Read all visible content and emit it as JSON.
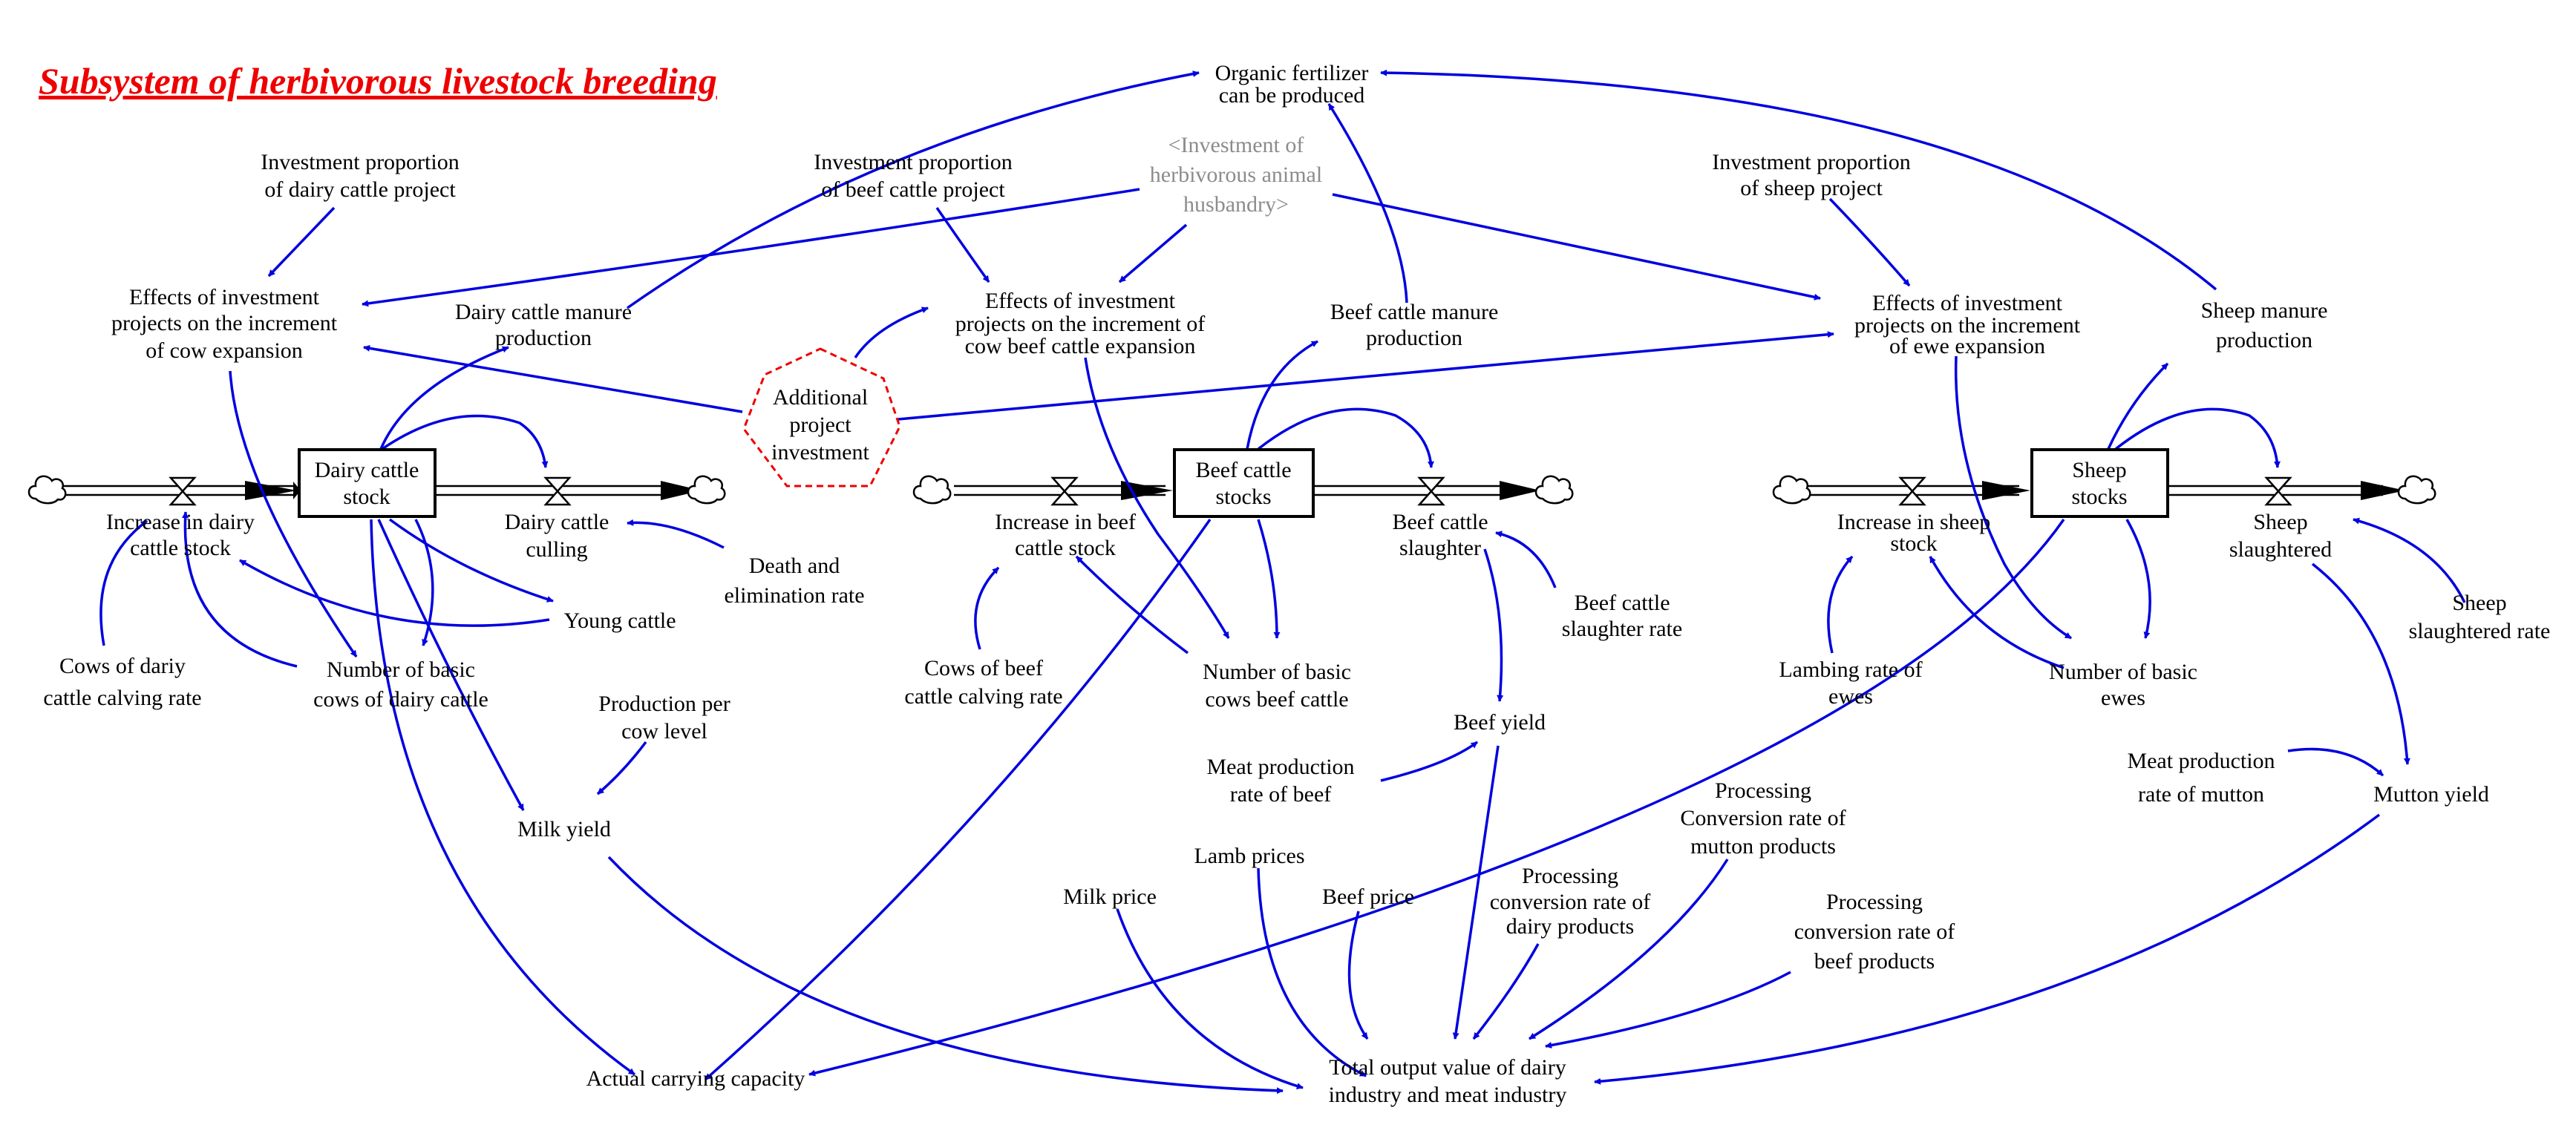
{
  "title": "Subsystem of herbivorous livestock breeding",
  "colors": {
    "link": "#0000e0",
    "title": "#ee0000",
    "shadow_variable": "#8c8c8c",
    "hexagon": "#ee0000"
  },
  "stocks": {
    "dairy": [
      "Dairy cattle",
      "stock"
    ],
    "beef": [
      "Beef cattle",
      "stocks"
    ],
    "sheep": [
      "Sheep",
      "stocks"
    ]
  },
  "variables": {
    "organic_fertilizer": [
      "Organic fertilizer",
      "can be produced"
    ],
    "investment_shadow": [
      "<Investment of",
      "herbivorous animal",
      "husbandry>"
    ],
    "inv_prop_dairy": [
      "Investment proportion",
      "of dairy cattle project"
    ],
    "inv_prop_beef": [
      "Investment proportion",
      "of beef cattle project"
    ],
    "inv_prop_sheep": [
      "Investment proportion",
      "of sheep project"
    ],
    "effects_cow": [
      "Effects of investment",
      "projects on the increment",
      "of cow expansion"
    ],
    "effects_beef": [
      "Effects of investment",
      "projects on the increment of",
      "cow beef cattle expansion"
    ],
    "effects_ewe": [
      "Effects of investment",
      "projects on the increment",
      "of ewe expansion"
    ],
    "dairy_manure": [
      "Dairy cattle manure",
      "production"
    ],
    "beef_manure": [
      "Beef cattle manure",
      "production"
    ],
    "sheep_manure": [
      "Sheep manure",
      "production"
    ],
    "additional_investment": [
      "Additional",
      "project",
      "investment"
    ],
    "increase_dairy": [
      "Increase in dairy",
      "cattle stock"
    ],
    "dairy_culling": [
      "Dairy cattle",
      "culling"
    ],
    "death_rate": [
      "Death and",
      "elimination rate"
    ],
    "young_cattle": [
      "Young cattle"
    ],
    "cows_dairy_calving": [
      "Cows of dariy",
      "cattle calving rate"
    ],
    "basic_cows_dairy": [
      "Number of basic",
      "cows of dairy cattle"
    ],
    "production_per_cow": [
      "Production per",
      "cow level"
    ],
    "milk_yield": [
      "Milk yield"
    ],
    "increase_beef": [
      "Increase in beef",
      "cattle stock"
    ],
    "beef_slaughter": [
      "Beef cattle",
      "slaughter"
    ],
    "beef_slaughter_rate": [
      "Beef cattle",
      "slaughter rate"
    ],
    "cows_beef_calving": [
      "Cows of beef",
      "cattle calving rate"
    ],
    "basic_cows_beef": [
      "Number of basic",
      "cows beef cattle"
    ],
    "beef_yield": [
      "Beef yield"
    ],
    "meat_rate_beef": [
      "Meat production",
      "rate of beef"
    ],
    "increase_sheep": [
      "Increase in sheep",
      "stock"
    ],
    "sheep_slaughtered": [
      "Sheep",
      "slaughtered"
    ],
    "sheep_slaughtered_rate": [
      "Sheep",
      "slaughtered rate"
    ],
    "lambing_rate": [
      "Lambing rate of",
      "ewes"
    ],
    "basic_ewes": [
      "Number of basic",
      "ewes"
    ],
    "meat_rate_mutton": [
      "Meat production",
      "rate of mutton"
    ],
    "mutton_yield": [
      "Mutton yield"
    ],
    "proc_mutton": [
      "Processing",
      "Conversion rate of",
      "mutton products"
    ],
    "proc_dairy": [
      "Processing",
      "conversion rate of",
      "dairy products"
    ],
    "proc_beef": [
      "Processing",
      "conversion rate of",
      "beef products"
    ],
    "lamb_prices": [
      "Lamb prices"
    ],
    "milk_price": [
      "Milk price"
    ],
    "beef_price": [
      "Beef price"
    ],
    "carrying_capacity": [
      "Actual carrying capacity"
    ],
    "total_output": [
      "Total output value of dairy",
      "industry and meat industry"
    ]
  }
}
